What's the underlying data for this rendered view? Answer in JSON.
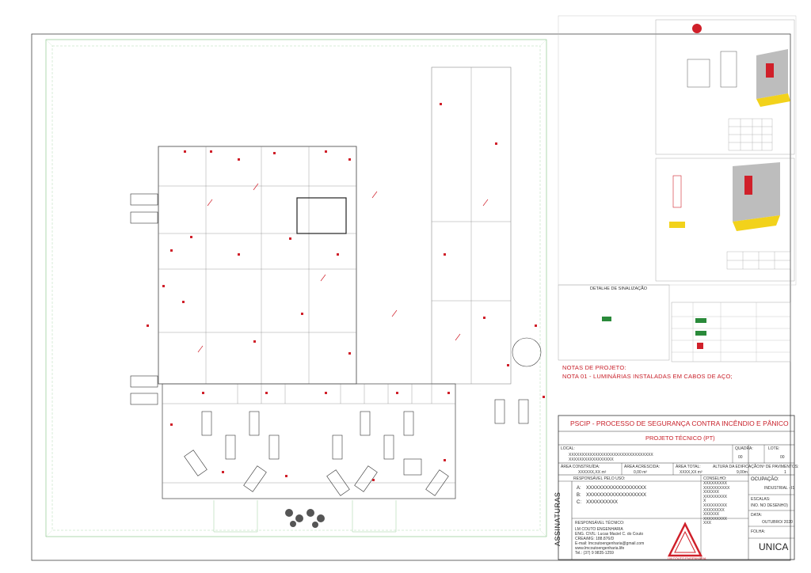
{
  "colors": {
    "accent": "#d0202a",
    "line": "#555555",
    "green": "#7fbf7f",
    "yellow": "#f2d21b"
  },
  "notes": {
    "title": "NOTAS DE PROJETO:",
    "note1": "NOTA 01 - LUMINÁRIAS INSTALADAS EM CABOS DE AÇO;"
  },
  "title_block": {
    "project_title": "PSCIP - PROCESSO DE SEGURANÇA CONTRA INCÊNDIO E PÂNICO",
    "subtitle": "PROJETO TÉCNICO (PT)",
    "local_label": "LOCAL:",
    "local_value_1": "XXXXXXXXXXXXXXXXXXXXXXXXXXXXXXXX",
    "local_value_2": "XXXXXXXXXXXXXXXXX",
    "quadra_label": "QUADRA:",
    "quadra_value": "00",
    "lote_label": "LOTE:",
    "lote_value": "00",
    "area_construida_label": "ÁREA CONSTRUÍDA:",
    "area_construida_value": "XXXXXX,XX m²",
    "area_acrescida_label": "ÁREA ACRESCIDA:",
    "area_acrescida_value": "0,00 m²",
    "area_total_label": "ÁREA TOTAL:",
    "area_total_value": "XXXX,XX m²",
    "altura_label": "ALTURA DA EDIFICAÇÃO:",
    "altura_value": "9,00m",
    "pavimentos_label": "Nº DE PAVIMENTOS:",
    "pavimentos_value": "1",
    "responsavel_uso_label": "RESPONSÁVEL PELO USO:",
    "resp_a": "A:",
    "resp_a_value": "XXXXXXXXXXXXXXXXXXX",
    "resp_b": "B:",
    "resp_b_value": "XXXXXXXXXXXXXXXXXXX",
    "resp_c": "C:",
    "resp_c_value": "XXXXXXXXXX",
    "conselho_label": "CONSELHO:",
    "conselho_values": [
      "XXXXXXXXX",
      "XXXXXXXXXX",
      "XXXXXX",
      "XXXXXXXXX",
      "X",
      "XXXXXXXXX",
      "XXXXXXXX",
      "XXXXXX",
      "XXXXXXXXX",
      "XXX"
    ],
    "ocupacao_label": "OCUPAÇÃO:",
    "ocupacao_value": "INDUSTRIAL - I1",
    "escalas_label": "ESCALAS:",
    "escalas_value": "INO. NO DESENHO)",
    "data_label": "DATA:",
    "data_value": "OUTUBRO/ 2020",
    "folha_label": "FOLHA:",
    "folha_value": "UNICA",
    "assinaturas": "ASSINATURAS",
    "resp_tecnico_label": "RESPONSÁVEL TÉCNICO:",
    "resp_tecnico_lines": [
      "LM COUTO ENGENHARIA",
      "ENG. CIVIL: Lucas Maciel C. do Couto",
      "CREA/MG: 188.876/D",
      "E-mail: lmcoutoengenharia@gmail.com",
      "www.lmcoutoengenharia.life",
      "Tel.: (37) 9 9835-1259"
    ],
    "logo_text": "LM COUTO ENGENHARIA"
  },
  "detail": {
    "title": "DETALHE DE SINALIZAÇÃO"
  }
}
